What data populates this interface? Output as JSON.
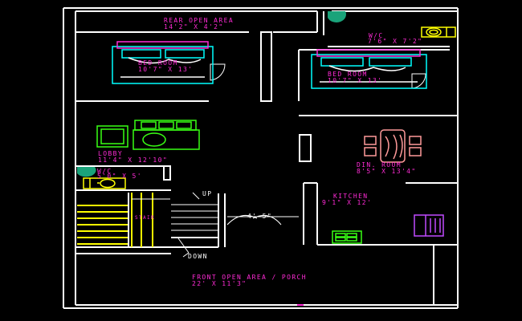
{
  "rooms": {
    "rear_open_area": {
      "name": "REAR OPEN AREA",
      "size": "14'2\" X 4'2\""
    },
    "bedroom_left": {
      "name": "BED ROOM",
      "size": "10'7\" X 13'"
    },
    "bedroom_right": {
      "name": "BED ROOM",
      "size": "10'7\" X 13'"
    },
    "wc_top": {
      "name": "W/C",
      "size": "7'6\" X 7'2\""
    },
    "lobby": {
      "name": "LOBBY",
      "size": "11'4\" X 12'10\""
    },
    "din_room": {
      "name": "DIN. ROOM",
      "size": "8'5\" X 13'4\""
    },
    "wc_left": {
      "name": "W/C",
      "size": "5'0\" X 5'"
    },
    "kitchen": {
      "name": "KITCHEN",
      "size": "9'1\" X 12'"
    },
    "front_open_area": {
      "name": "FRONT OPEN AREA / PORCH",
      "size": "22' X 11'3\""
    }
  },
  "stairs": {
    "up": "UP",
    "down": "DOWN",
    "landing": "STAIR"
  },
  "door_width": "4'-5\"",
  "colors": {
    "wall": "#ffffff",
    "label": "#ff2bd6",
    "bed": "#00ffff",
    "sofa": "#39ff14",
    "dining": "#ff9a9a",
    "toilet": "#ffff00",
    "stair": "#ffff00",
    "sink": "#1aa37a",
    "stove": "#39ff14",
    "fridge": "#c04bff"
  }
}
